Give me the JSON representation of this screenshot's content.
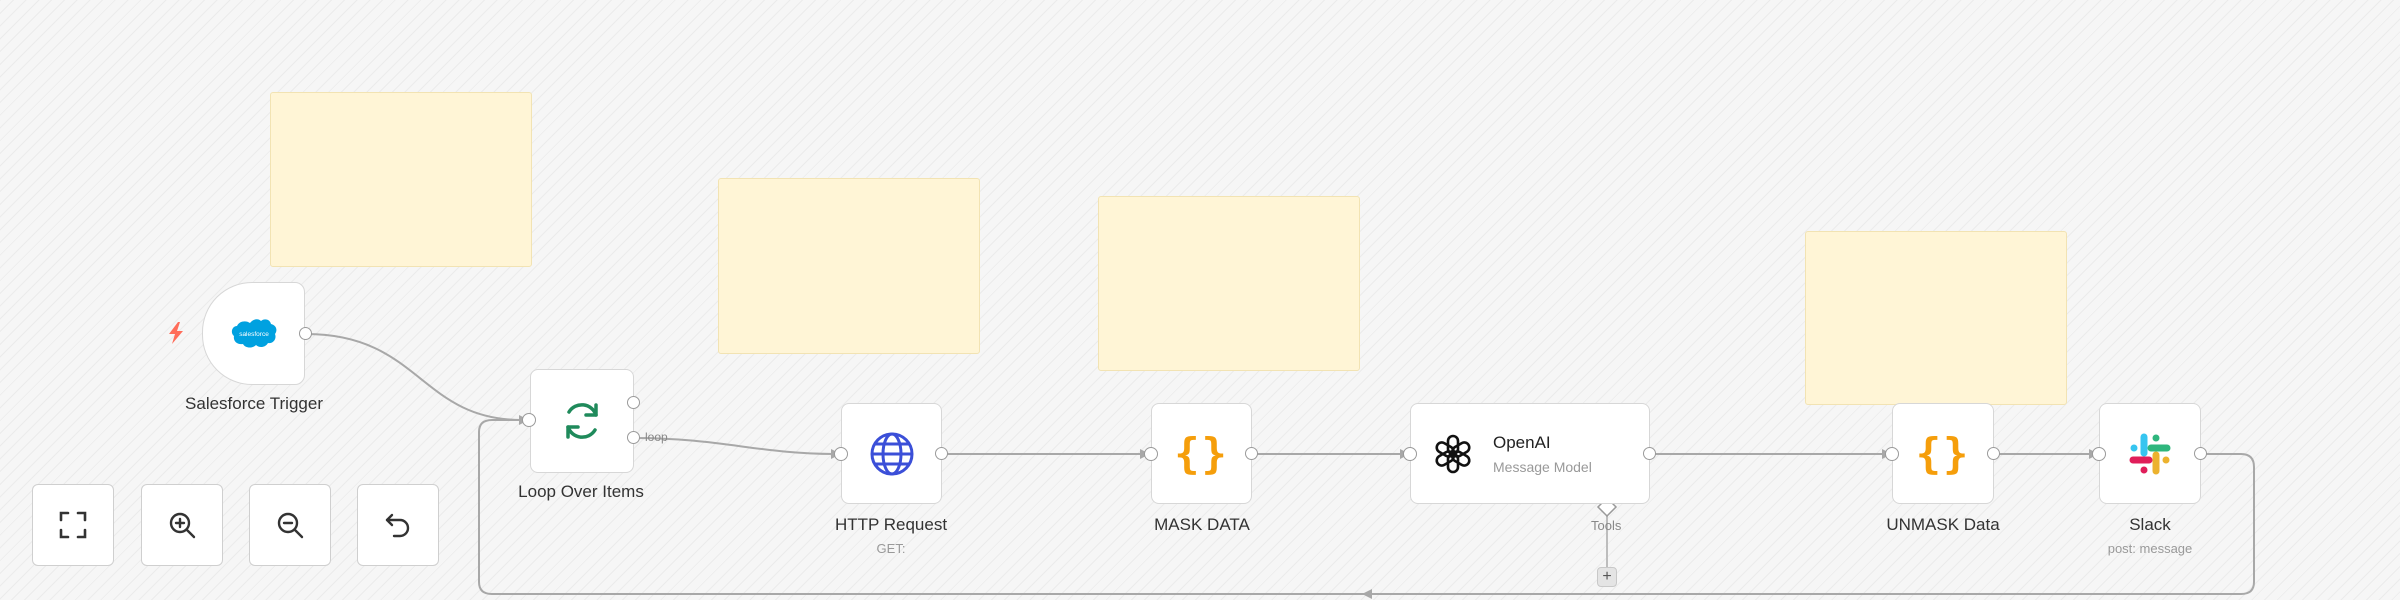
{
  "nodes": {
    "salesforce": {
      "label": "Salesforce Trigger",
      "logo_text": "salesforce"
    },
    "loop": {
      "label": "Loop Over Items",
      "branch_label": "loop"
    },
    "http": {
      "label": "HTTP Request",
      "sub": "GET:"
    },
    "mask": {
      "label": "MASK DATA",
      "icon_text": "{}"
    },
    "openai": {
      "title": "OpenAI",
      "sub": "Message Model",
      "tools_label": "Tools",
      "add_symbol": "+"
    },
    "unmask": {
      "label": "UNMASK Data",
      "icon_text": "{}"
    },
    "slack": {
      "label": "Slack",
      "sub": "post: message"
    }
  },
  "colors": {
    "sticky": "#fff5d6",
    "trigger_bolt": "#ff6d5a",
    "salesforce_blue": "#00a1e0",
    "loop_green": "#1f8a5b",
    "http_blue": "#3b4fd8",
    "brace_orange": "#f59e0b",
    "edge": "#a8a8a8"
  },
  "icons": {
    "trigger": "lightning-bolt-icon",
    "salesforce": "salesforce-logo-icon",
    "loop": "refresh-arrows-icon",
    "http": "globe-icon",
    "mask": "curly-braces-icon",
    "openai": "openai-logo-icon",
    "unmask": "curly-braces-icon",
    "slack": "slack-logo-icon"
  },
  "controls": {
    "fit": "fit-view-icon",
    "zoom_in": "zoom-in-icon",
    "zoom_out": "zoom-out-icon",
    "reset": "undo-icon"
  }
}
